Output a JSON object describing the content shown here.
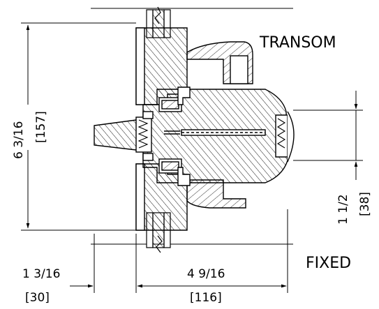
{
  "labels": {
    "transom": "TRANSOM",
    "fixed": "FIXED"
  },
  "dimensions": {
    "overall_height": {
      "fraction": "6 3/16",
      "metric": "[157]"
    },
    "mullion_depth": {
      "fraction": "1 1/2",
      "metric": "[38]"
    },
    "left_offset": {
      "fraction": "1 3/16",
      "metric": "[30]"
    },
    "frame_width": {
      "fraction": "4 9/16",
      "metric": "[116]"
    }
  },
  "colors": {
    "line": "#000000",
    "background": "#ffffff"
  }
}
